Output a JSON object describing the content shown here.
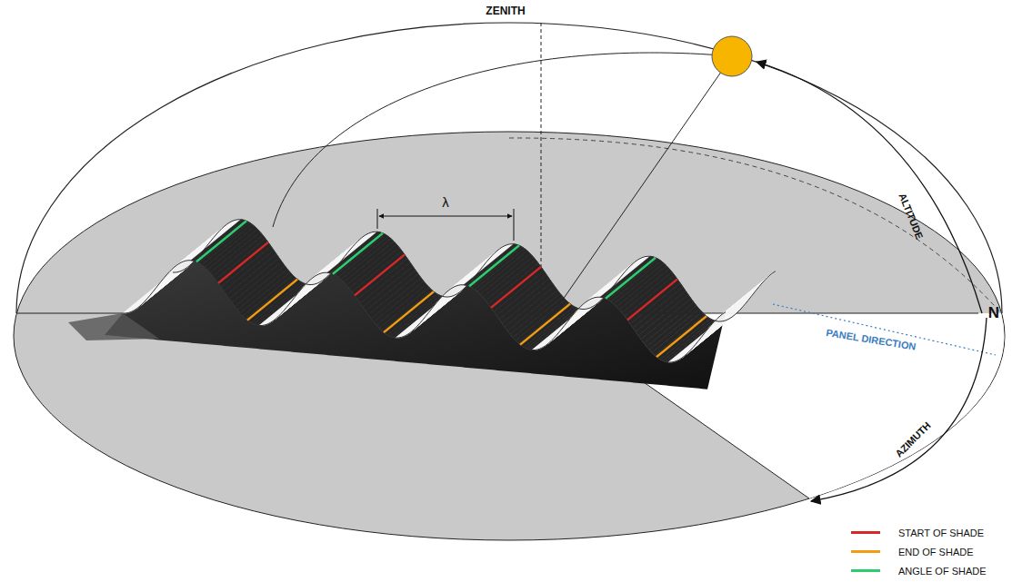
{
  "diagram": {
    "labels": [
      "ZENITH",
      "λ",
      "ALTITUDE",
      "N",
      "PANEL DIRECTION",
      "AZIMUTH"
    ],
    "legend": [
      {
        "text": "START OF SHADE",
        "color": "#d62828"
      },
      {
        "text": "END OF SHADE",
        "color": "#f39c12"
      },
      {
        "text": "ANGLE OF SHADE",
        "color": "#2ecc71"
      }
    ]
  }
}
